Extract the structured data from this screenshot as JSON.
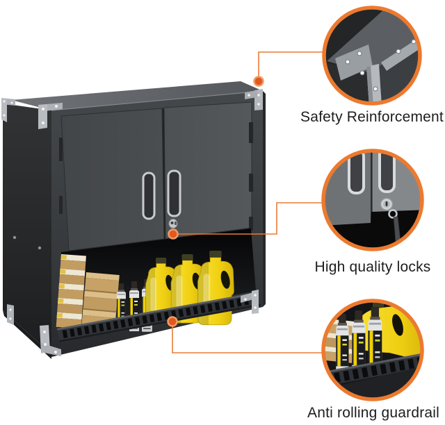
{
  "figure": {
    "kind": "product-feature-diagram",
    "subject": "wall-mounted-storage-cabinet",
    "background": "#FFFFFF",
    "accent_color": "#EC7A2F",
    "label_color": "#1D1D1F",
    "cabinet_color": "#4A4D50",
    "jug_color": "#F2D318"
  },
  "callouts": [
    {
      "name": "safety-reinforcement",
      "label": "Safety Reinforcement",
      "scene": "cabinet-corner-with-riveted-bracket"
    },
    {
      "name": "high-quality-locks",
      "label": "High quality locks",
      "scene": "door-handles-with-keyed-cam-lock"
    },
    {
      "name": "anti-rolling-guardrail",
      "label": "Anti rolling guardrail",
      "scene": "slotted-guardrail-holding-cans-and-jug"
    }
  ],
  "shelf_contents": [
    "stacked-boxes",
    "spray-cans",
    "yellow-jugs"
  ]
}
